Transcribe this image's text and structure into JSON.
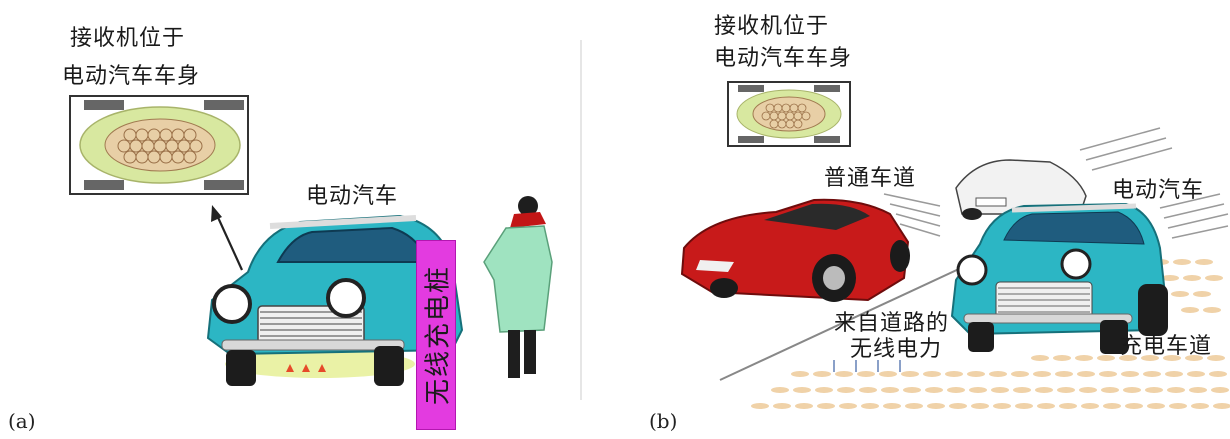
{
  "panel_a": {
    "receiver_line1": "接收机位于",
    "receiver_line2": "电动汽车车身",
    "car_label": "电动汽车",
    "charger_label": "无线充电桩",
    "caption": "(a)"
  },
  "panel_b": {
    "receiver_line1": "接收机位于",
    "receiver_line2": "电动汽车车身",
    "normal_lane_label": "普通车道",
    "car_label": "电动汽车",
    "power_line1": "来自道路的",
    "power_line2": "无线电力",
    "charging_lane_label": "充电车道",
    "caption": "(b)"
  },
  "colors": {
    "ev_body": "#2cb6c4",
    "sports_car": "#c81a1a",
    "charger_post": "#e33be0",
    "coil_fill": "#d8e8a0",
    "road_dots": "#f0d2a8"
  }
}
